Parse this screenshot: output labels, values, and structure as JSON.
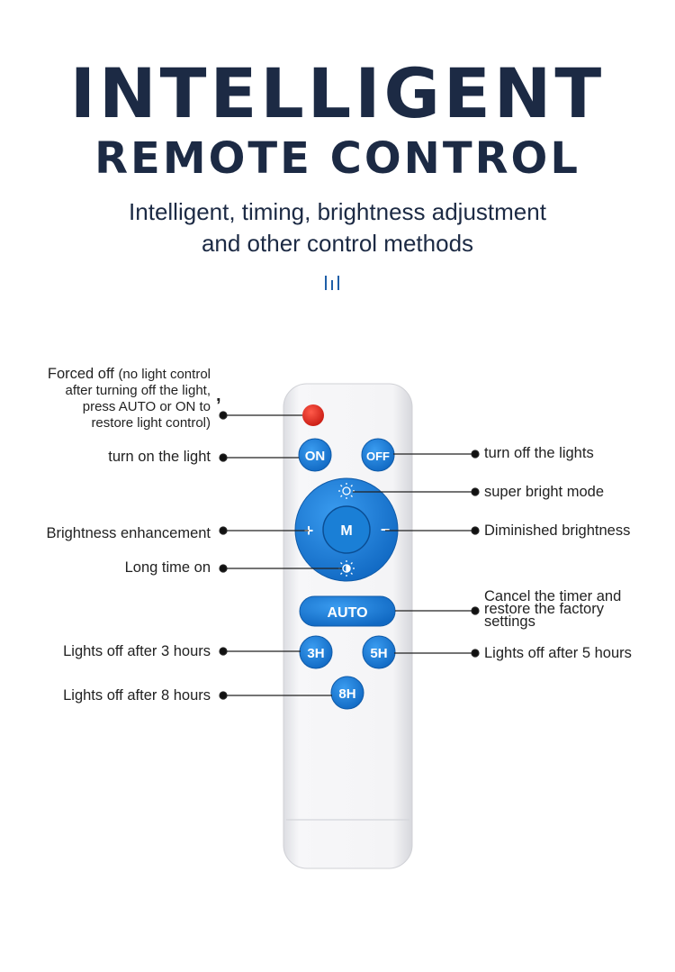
{
  "header": {
    "title_line1": "INTELLIGENT",
    "title_line2": "REMOTE CONTROL",
    "subtitle_line1": "Intelligent, timing, brightness adjustment",
    "subtitle_line2": "and other control methods"
  },
  "remote": {
    "buttons": {
      "on": "ON",
      "off": "OFF",
      "mode": "M",
      "plus": "+",
      "minus": "−",
      "auto": "AUTO",
      "h3": "3H",
      "h5": "5H",
      "h8": "8H"
    },
    "colors": {
      "body": "#f2f2f4",
      "blue": "#1a7fd6",
      "red": "#e2261e",
      "navy": "#1c2a44"
    }
  },
  "labels": {
    "forced_off_title": "Forced off",
    "forced_off_line1": "(no light control",
    "forced_off_line2": "after turning off the light,",
    "forced_off_line3": "press AUTO or ON to",
    "forced_off_line4": "restore light control)",
    "forced_off_comma": ",",
    "turn_on": "turn on the light",
    "turn_off": "turn off the lights",
    "super_bright": "super bright mode",
    "brightness_enhancement": "Brightness enhancement",
    "diminished_brightness": "Diminished brightness",
    "long_time_on": "Long time on",
    "cancel_timer_line1": "Cancel the timer and",
    "cancel_timer_line2": "restore the factory",
    "cancel_timer_line3": "settings",
    "off_3h": "Lights off after 3 hours",
    "off_5h": "Lights off after 5 hours",
    "off_8h": "Lights off after 8 hours"
  }
}
